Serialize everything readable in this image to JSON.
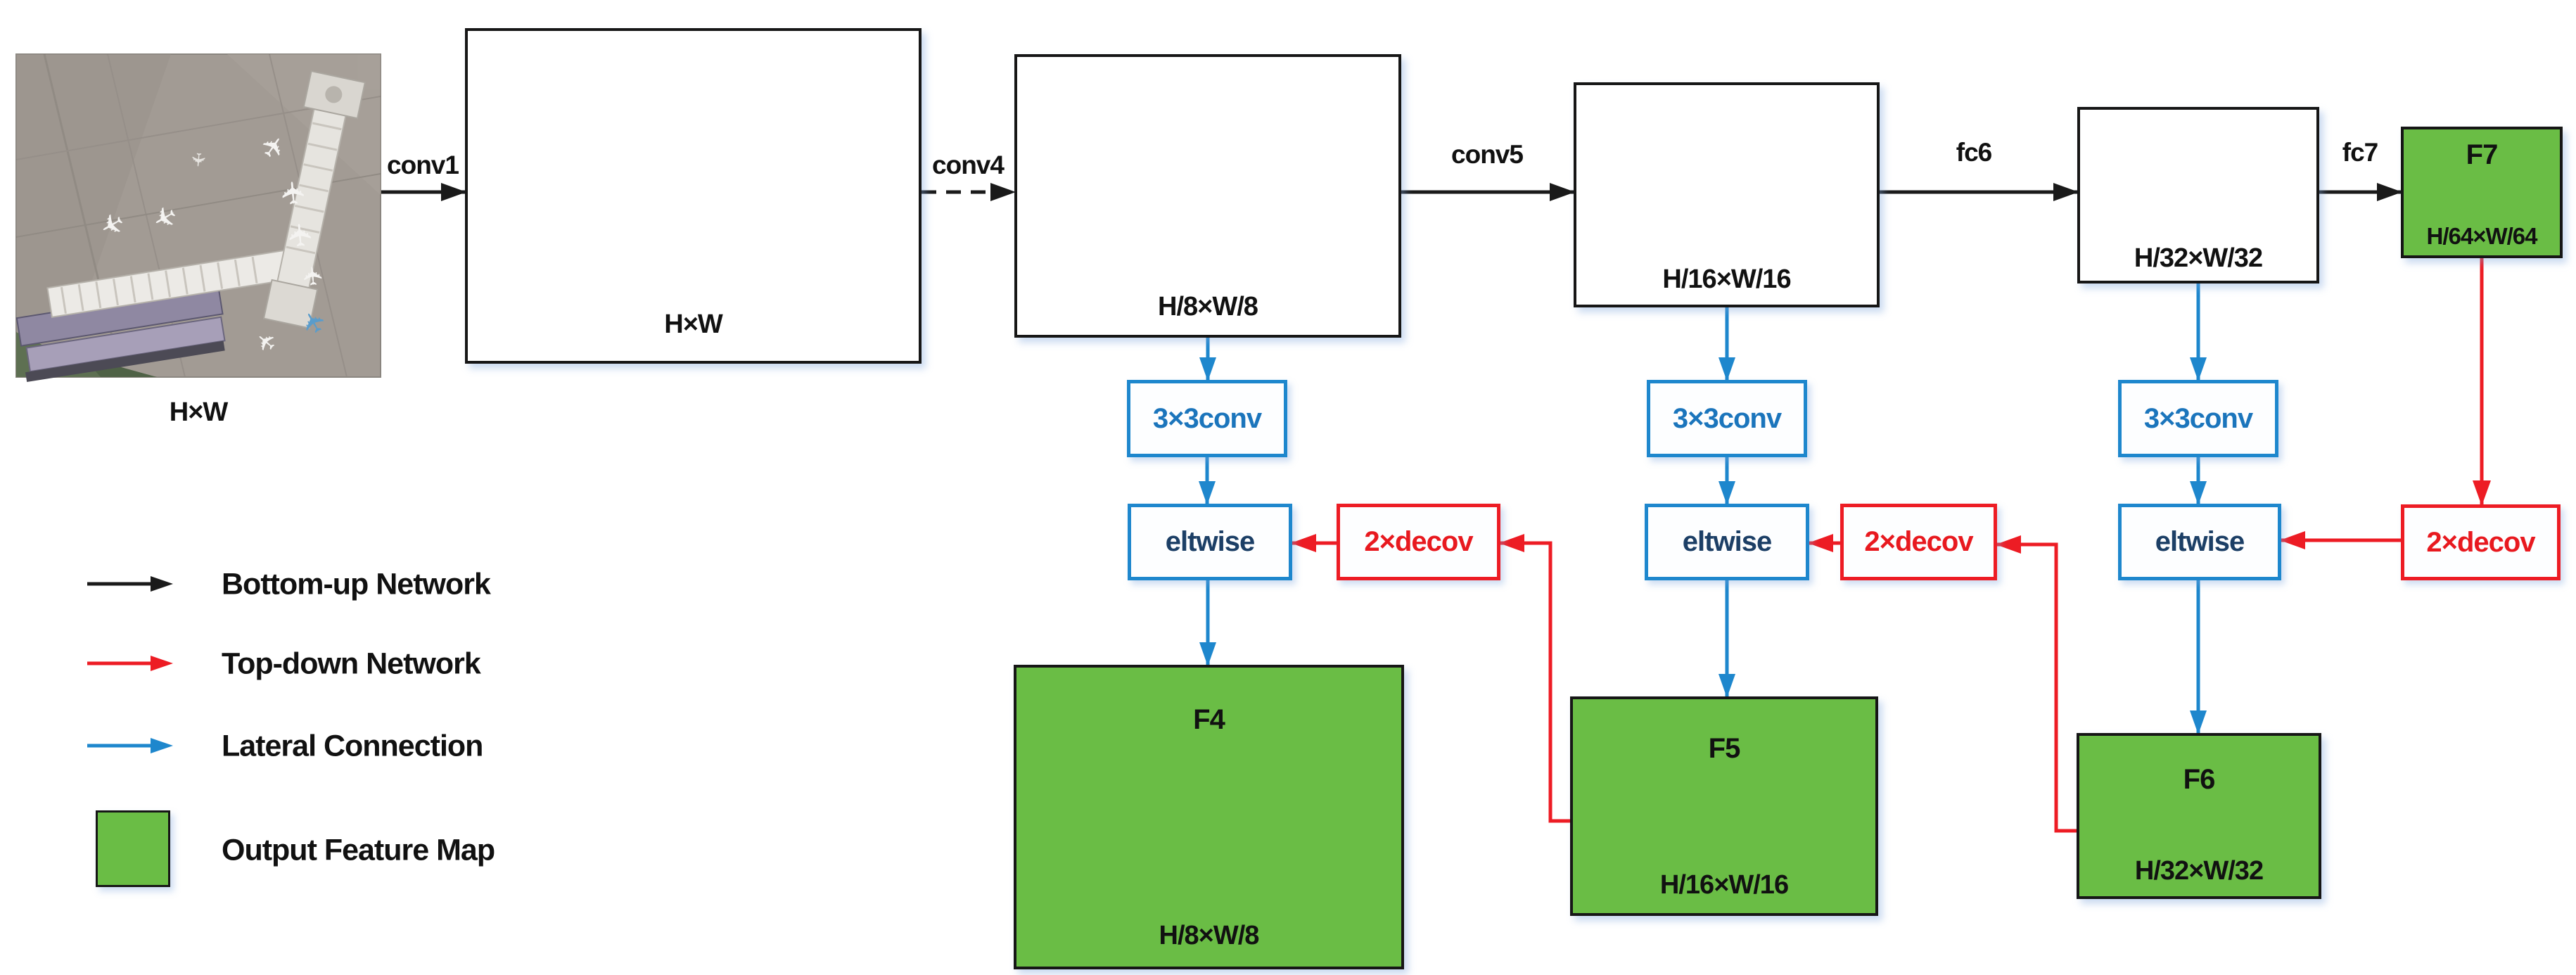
{
  "input_image": {
    "caption": "H×W"
  },
  "backbone": {
    "box1_label": "H×W",
    "box2_label": "H/8×W/8",
    "box3_label": "H/16×W/16",
    "box4_label": "H/32×W/32"
  },
  "edges": {
    "conv1": "conv1",
    "conv4": "conv4",
    "conv5": "conv5",
    "fc6": "fc6",
    "fc7": "fc7"
  },
  "ops": {
    "conv3x3": "3×3conv",
    "eltwise": "eltwise",
    "decov": "2×decov"
  },
  "outputs": {
    "f4": {
      "name": "F4",
      "size": "H/8×W/8"
    },
    "f5": {
      "name": "F5",
      "size": "H/16×W/16"
    },
    "f6": {
      "name": "F6",
      "size": "H/32×W/32"
    },
    "f7": {
      "name": "F7",
      "size": "H/64×W/64"
    }
  },
  "legend": {
    "bottom_up": "Bottom-up Network",
    "top_down": "Top-down Network",
    "lateral": "Lateral Connection",
    "output": "Output Feature Map"
  },
  "colors": {
    "bottom_up": "#1a1a1a",
    "top_down": "#ed1c24",
    "lateral": "#1e87cd",
    "output_fill": "#6abd45"
  }
}
